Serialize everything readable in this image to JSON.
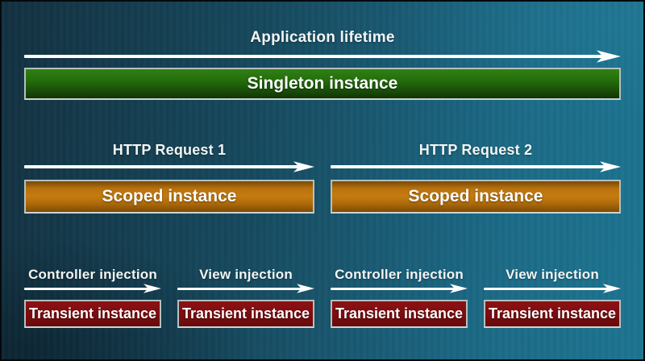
{
  "palette": {
    "background_dark_teal": "#133140",
    "background_light_teal": "#1d7490",
    "singleton_green_top": "#2f8113",
    "singleton_green_bottom": "#113404",
    "scoped_orange_bright": "#c57b10",
    "scoped_orange_dark": "#784806",
    "transient_red_top": "#8d1114",
    "transient_red_bottom": "#670a0c",
    "box_border_gray": "#b5c0be",
    "arrow_white": "#ffffff",
    "label_text": "#f2f5f4"
  },
  "lifetime": {
    "label": "Application lifetime",
    "box": "Singleton instance"
  },
  "requests": [
    {
      "label": "HTTP Request 1",
      "box": "Scoped instance"
    },
    {
      "label": "HTTP Request 2",
      "box": "Scoped instance"
    }
  ],
  "injections": [
    {
      "label": "Controller injection",
      "box": "Transient instance"
    },
    {
      "label": "View injection",
      "box": "Transient instance"
    },
    {
      "label": "Controller injection",
      "box": "Transient instance"
    },
    {
      "label": "View injection",
      "box": "Transient instance"
    }
  ]
}
